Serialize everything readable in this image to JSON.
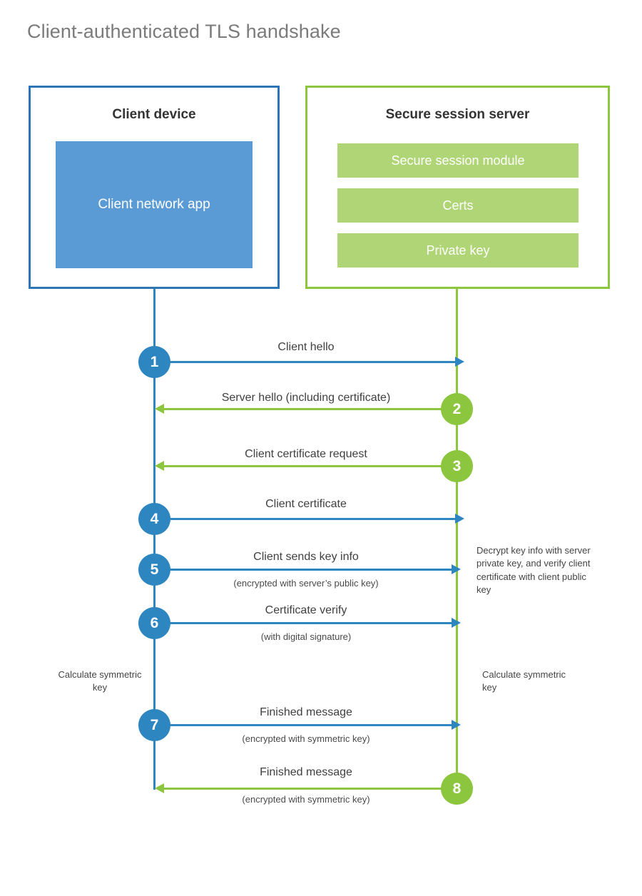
{
  "title": "Client-authenticated TLS handshake",
  "colors": {
    "client_blue": "#2E86C1",
    "client_border": "#2E75B6",
    "client_app_fill": "#5B9BD5",
    "server_green": "#8CC63E",
    "server_bar_fill": "#B0D576",
    "title_gray": "#7b7b7b",
    "label_gray": "#404040",
    "background": "#ffffff"
  },
  "actors": {
    "client": {
      "title": "Client device",
      "app_label": "Client network app"
    },
    "server": {
      "title": "Secure session server",
      "modules": [
        "Secure session module",
        "Certs",
        "Private key"
      ]
    }
  },
  "steps": [
    {
      "number": "1",
      "label": "Client hello",
      "sub": "",
      "direction": "client-to-server",
      "side": "client"
    },
    {
      "number": "2",
      "label": "Server hello (including certificate)",
      "sub": "",
      "direction": "server-to-client",
      "side": "server"
    },
    {
      "number": "3",
      "label": "Client certificate request",
      "sub": "",
      "direction": "server-to-client",
      "side": "server"
    },
    {
      "number": "4",
      "label": "Client certificate",
      "sub": "",
      "direction": "client-to-server",
      "side": "client"
    },
    {
      "number": "5",
      "label": "Client sends key info",
      "sub": "(encrypted with server’s public key)",
      "direction": "client-to-server",
      "side": "client"
    },
    {
      "number": "6",
      "label": "Certificate verify",
      "sub": "(with digital signature)",
      "direction": "client-to-server",
      "side": "client"
    },
    {
      "number": "7",
      "label": "Finished message",
      "sub": "(encrypted with symmetric key)",
      "direction": "client-to-server",
      "side": "client"
    },
    {
      "number": "8",
      "label": "Finished message",
      "sub": "(encrypted with symmetric key)",
      "direction": "server-to-client",
      "side": "server"
    }
  ],
  "notes": {
    "server_decrypt": "Decrypt key info with server private key, and verify client certificate with client public key",
    "client_calculate": "Calculate symmetric key",
    "server_calculate": "Calculate symmetric key"
  }
}
